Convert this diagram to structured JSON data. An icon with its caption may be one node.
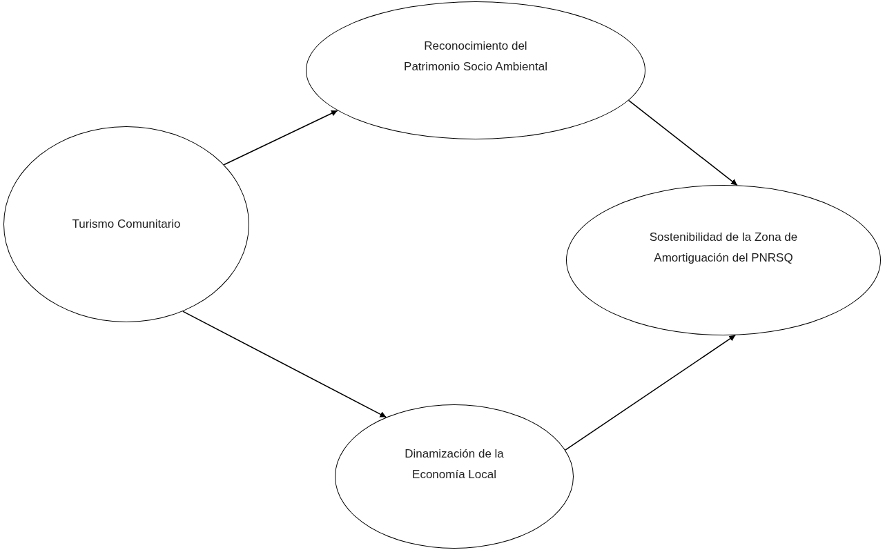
{
  "diagram": {
    "nodes": [
      {
        "text": [
          "Turismo Comunitario"
        ]
      },
      {
        "text": [
          "Reconocimiento del Patrimonio Socio Ambiental"
        ]
      },
      {
        "text": [
          "Sostenibilidad de la Zona de Amortiguación del PNRSQ"
        ]
      },
      {
        "text": [
          "Dinamización de la Economía Local"
        ]
      }
    ],
    "edges": [
      {
        "from": 0,
        "to": 1,
        "arrow": "to"
      },
      {
        "from": 1,
        "to": 2,
        "arrow": "to"
      },
      {
        "from": 0,
        "to": 3,
        "arrow": "to"
      },
      {
        "from": 3,
        "to": 2,
        "arrow": "to"
      }
    ]
  }
}
